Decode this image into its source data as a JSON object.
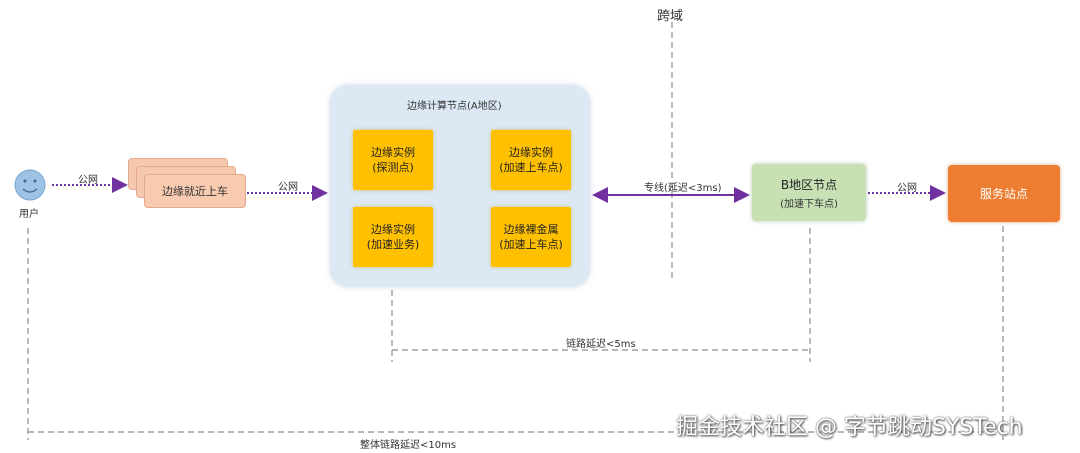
{
  "top_label": "跨域",
  "user": {
    "label": "用户"
  },
  "links": {
    "user_to_access": "公网",
    "access_to_edge": "公网",
    "dedicated": "专线(延迟<3ms)",
    "b_to_service": "公网"
  },
  "access_node": {
    "label": "边缘就近上车"
  },
  "edge_panel": {
    "title": "边缘计算节点(A地区)",
    "instances": [
      {
        "line1": "边缘实例",
        "line2": "(探测点)"
      },
      {
        "line1": "边缘实例",
        "line2": "(加速上车点)"
      },
      {
        "line1": "边缘实例",
        "line2": "(加速业务)"
      },
      {
        "line1": "边缘裸金属",
        "line2": "(加速上车点)"
      }
    ]
  },
  "b_node": {
    "title": "B地区节点",
    "subtitle": "(加速下车点)"
  },
  "service_node": {
    "label": "服务站点"
  },
  "latency": {
    "link": "链路延迟<5ms",
    "overall": "整体链路延迟<10ms"
  },
  "watermark": "掘金技术社区 @ 字节跳动SYSTech",
  "colors": {
    "dotted_link": "#7030a0",
    "dashed_guide": "#8c8c8c",
    "panel": "#dce9f5",
    "instance": "#ffc000",
    "b_node": "#c7e0b4",
    "service": "#ed7d31"
  }
}
